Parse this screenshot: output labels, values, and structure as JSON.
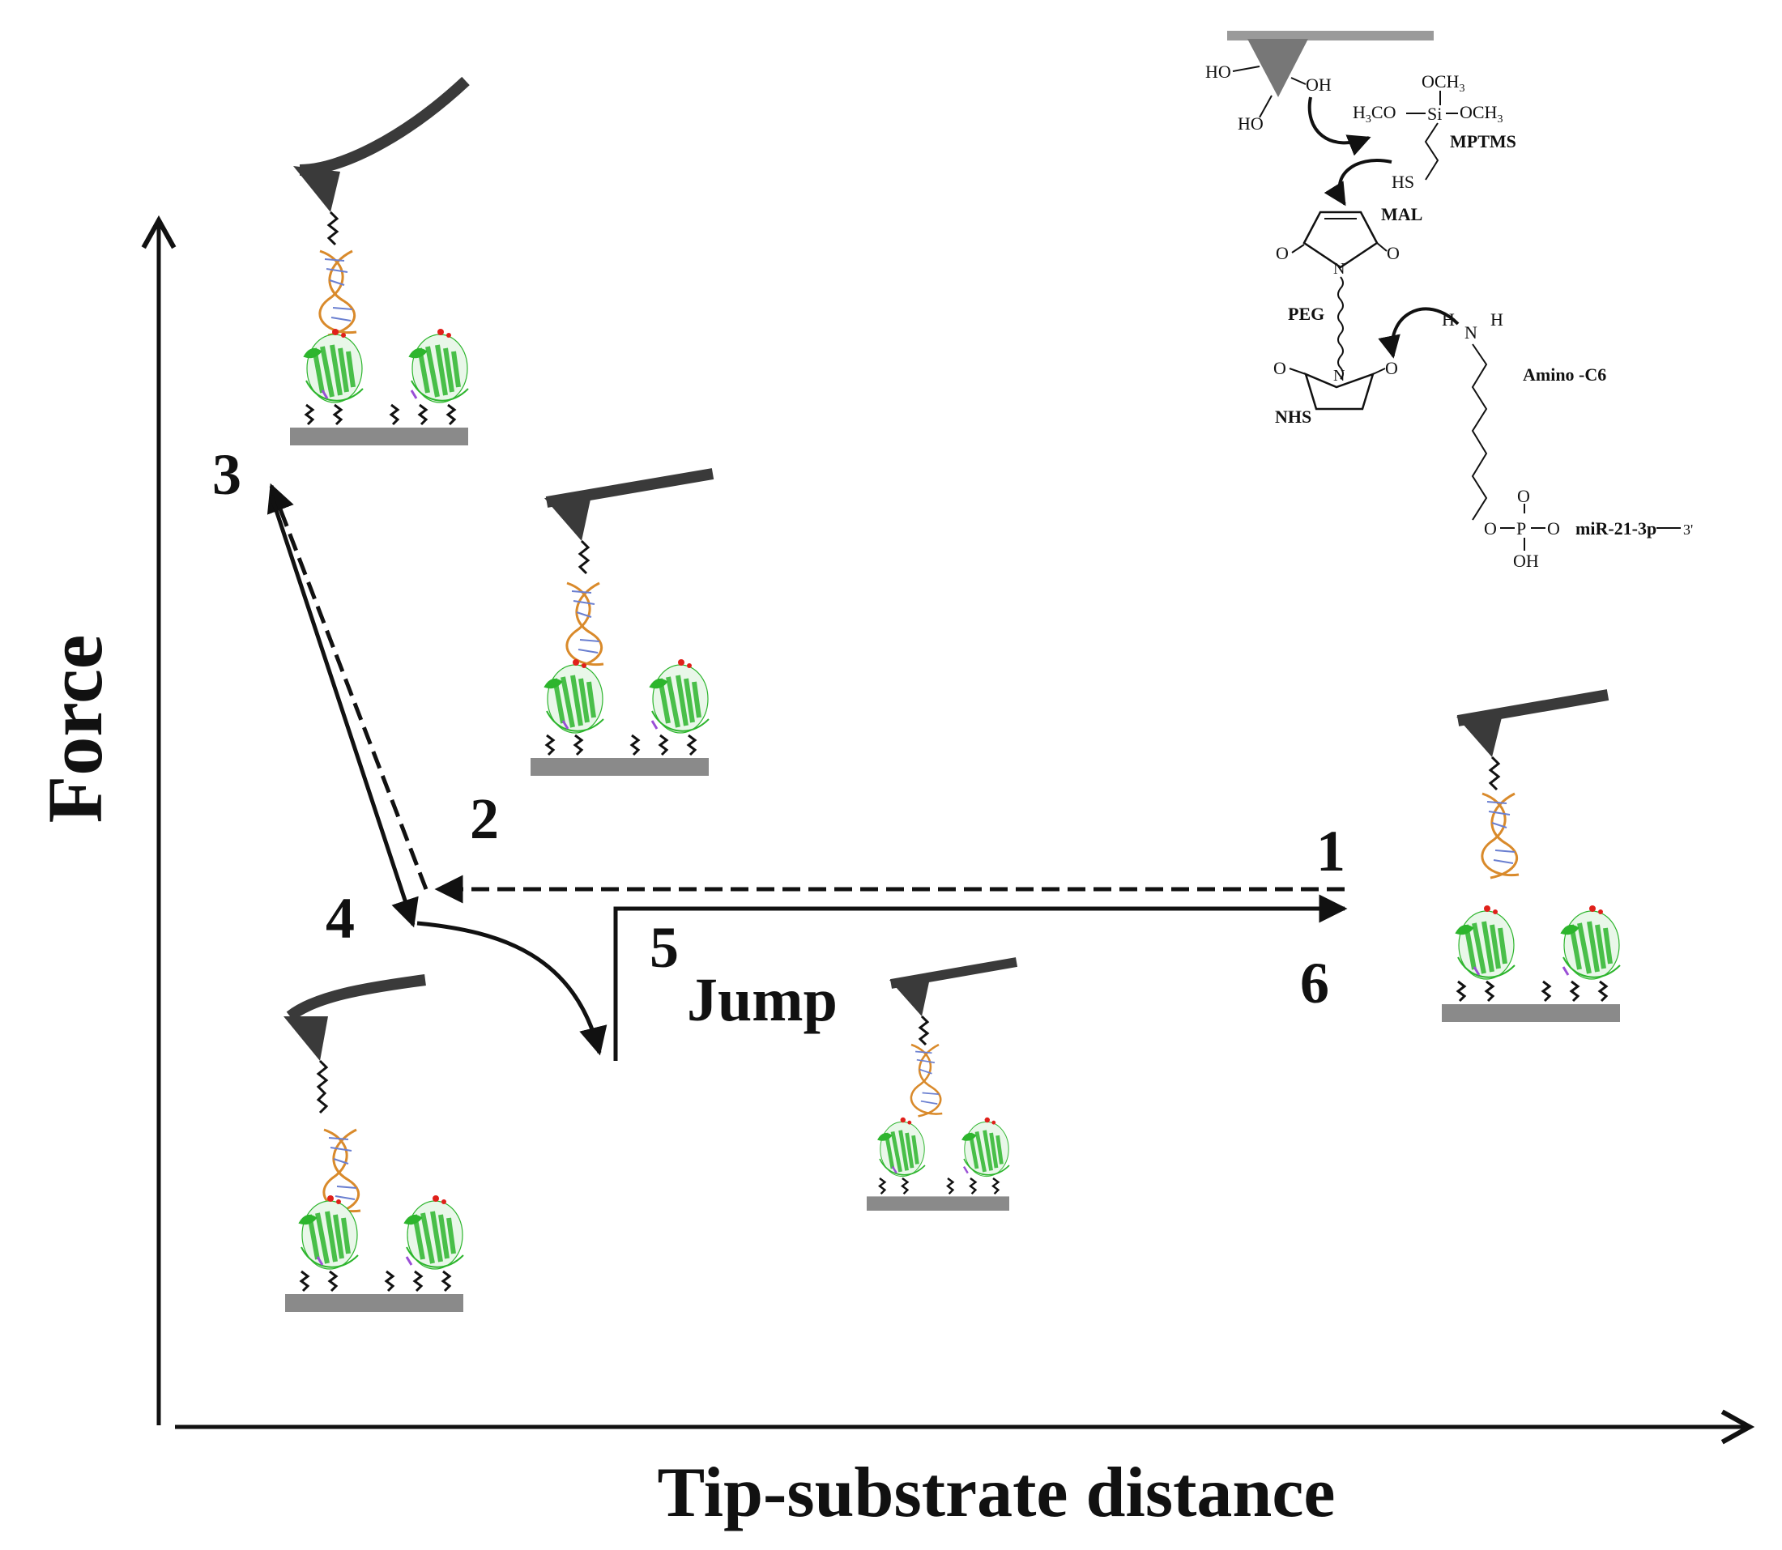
{
  "axes": {
    "y_label": "Force",
    "x_label": "Tip-substrate distance"
  },
  "steps": {
    "s1": "1",
    "s2": "2",
    "s3": "3",
    "s4": "4",
    "s5": "5",
    "s6": "6",
    "jump": "Jump"
  },
  "chemistry": {
    "ho_left": "HO",
    "oh_right": "OH",
    "ho_bottom": "HO",
    "och3_top": "OCH",
    "och3_top_sub": "3",
    "h3co": "H",
    "h3co_sub": "3",
    "h3co_rest": "CO",
    "si": "Si",
    "och3_right": "OCH",
    "och3_right_sub": "3",
    "mptms": "MPTMS",
    "hs": "HS",
    "mal": "MAL",
    "o_left": "O",
    "n": "N",
    "o_right": "O",
    "peg": "PEG",
    "h_left": "H",
    "n2": "N",
    "h_right": "H",
    "amino": "Amino -C6",
    "o_nhs_left": "O",
    "n_nhs": "N",
    "o_nhs_right": "O",
    "nhs": "NHS",
    "o_ester": "O",
    "p": "P",
    "o_p_top": "O",
    "o_p_right": "O",
    "oh_p": "OH",
    "mirna": "miR-21-3p",
    "three_prime": "3'"
  },
  "colors": {
    "line": "#111111",
    "substrate": "#8a8a8a",
    "cantilever": "#3a3a3a",
    "protein": "#2db52d",
    "rna": "#d98a2b",
    "mirna_text": "#e0201a"
  }
}
